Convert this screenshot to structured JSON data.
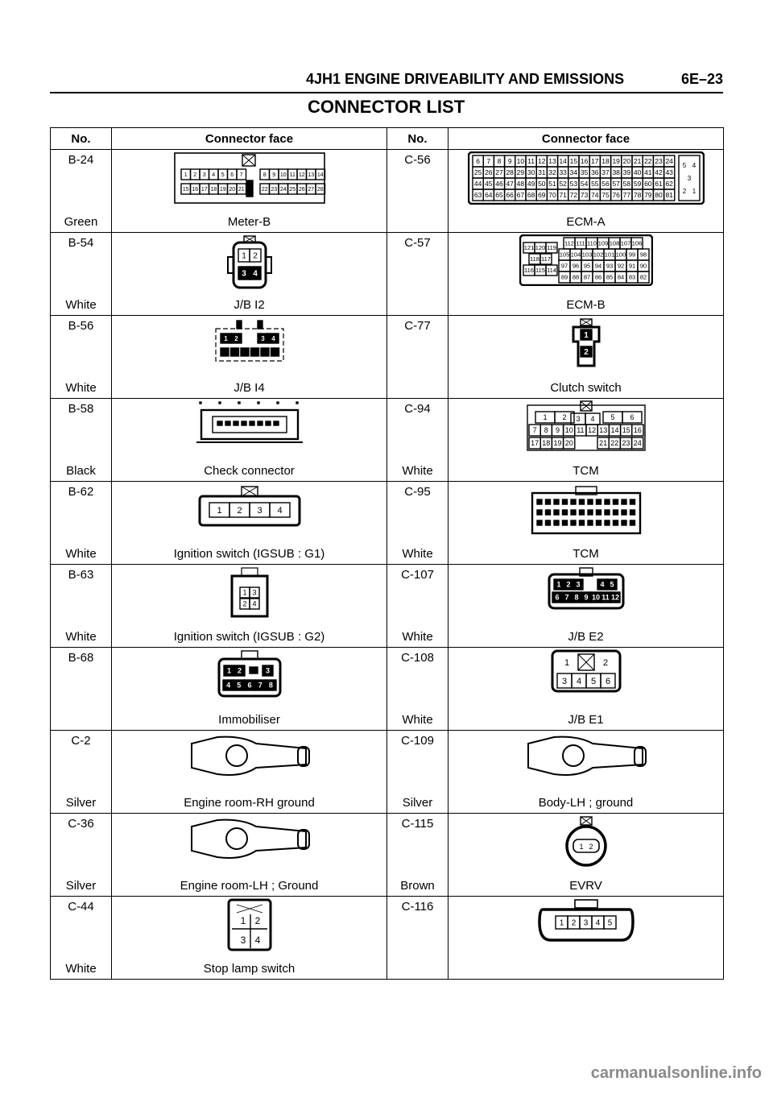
{
  "header": {
    "title": "4JH1 ENGINE DRIVEABILITY AND EMISSIONS",
    "page": "6E–23"
  },
  "page_title": "CONNECTOR LIST",
  "table": {
    "headers": [
      "No.",
      "Connector face",
      "No.",
      "Connector face"
    ],
    "rows": [
      {
        "left_no": "B-24",
        "left_color": "Green",
        "left_name": "Meter-B",
        "left_icon": "connector-meter-b",
        "right_no": "C-56",
        "right_color": "",
        "right_name": "ECM-A",
        "right_icon": "connector-ecm-a"
      },
      {
        "left_no": "B-54",
        "left_color": "White",
        "left_name": "J/B I2",
        "left_icon": "connector-4pin",
        "right_no": "C-57",
        "right_color": "",
        "right_name": "ECM-B",
        "right_icon": "connector-ecm-b"
      },
      {
        "left_no": "B-56",
        "left_color": "White",
        "left_name": "J/B I4",
        "left_icon": "connector-jb-i4",
        "right_no": "C-77",
        "right_color": "",
        "right_name": "Clutch switch",
        "right_icon": "connector-2pin"
      },
      {
        "left_no": "B-58",
        "left_color": "Black",
        "left_name": "Check connector",
        "left_icon": "connector-check",
        "right_no": "C-94",
        "right_color": "White",
        "right_name": "TCM",
        "right_icon": "connector-tcm-24"
      },
      {
        "left_no": "B-62",
        "left_color": "White",
        "left_name": "Ignition switch (IGSUB : G1)",
        "left_icon": "connector-4pin-row",
        "right_no": "C-95",
        "right_color": "White",
        "right_name": "TCM",
        "right_icon": "connector-tcm-2"
      },
      {
        "left_no": "B-63",
        "left_color": "White",
        "left_name": "Ignition switch (IGSUB : G2)",
        "left_icon": "connector-4pin-small",
        "right_no": "C-107",
        "right_color": "White",
        "right_name": "J/B E2",
        "right_icon": "connector-12pin"
      },
      {
        "left_no": "B-68",
        "left_color": "",
        "left_name": "Immobiliser",
        "left_icon": "connector-8pin",
        "right_no": "C-108",
        "right_color": "White",
        "right_name": "J/B E1",
        "right_icon": "connector-6pin"
      },
      {
        "left_no": "C-2",
        "left_color": "Silver",
        "left_name": "Engine room-RH ground",
        "left_icon": "ground-terminal",
        "right_no": "C-109",
        "right_color": "Silver",
        "right_name": "Body-LH ; ground",
        "right_icon": "ground-terminal"
      },
      {
        "left_no": "C-36",
        "left_color": "Silver",
        "left_name": "Engine room-LH ; Ground",
        "left_icon": "ground-terminal",
        "right_no": "C-115",
        "right_color": "Brown",
        "right_name": "EVRV",
        "right_icon": "connector-evrv"
      },
      {
        "left_no": "C-44",
        "left_color": "White",
        "left_name": "Stop lamp switch",
        "left_icon": "connector-4pin-square",
        "right_no": "C-116",
        "right_color": "",
        "right_name": "",
        "right_icon": "connector-5pin"
      }
    ]
  },
  "pin_labels": {
    "meter_b_top": [
      "1",
      "2",
      "3",
      "4",
      "5",
      "6",
      "7",
      "8",
      "9",
      "10",
      "11",
      "12",
      "13",
      "14"
    ],
    "meter_b_bottom": [
      "15",
      "16",
      "17",
      "18",
      "19",
      "20",
      "21",
      "22",
      "23",
      "24",
      "25",
      "26",
      "27",
      "28"
    ],
    "ecm_a_rows": [
      [
        "6",
        "7",
        "8",
        "9",
        "10",
        "11",
        "12",
        "13",
        "14",
        "15",
        "16",
        "17",
        "18",
        "19",
        "20",
        "21",
        "22",
        "23",
        "24"
      ],
      [
        "25",
        "26",
        "27",
        "28",
        "29",
        "30",
        "31",
        "32",
        "33",
        "34",
        "35",
        "36",
        "37",
        "38",
        "39",
        "40",
        "41",
        "42",
        "43"
      ],
      [
        "44",
        "45",
        "46",
        "47",
        "48",
        "49",
        "50",
        "51",
        "52",
        "53",
        "54",
        "55",
        "56",
        "57",
        "58",
        "59",
        "60",
        "61",
        "62"
      ],
      [
        "63",
        "64",
        "65",
        "66",
        "67",
        "68",
        "69",
        "70",
        "71",
        "72",
        "73",
        "74",
        "75",
        "76",
        "77",
        "78",
        "79",
        "80",
        "81"
      ]
    ],
    "ecm_a_side": [
      "5",
      "4",
      "3",
      "2",
      "1"
    ],
    "ecm_b_left": [
      [
        "121",
        "120",
        "119"
      ],
      [
        "118",
        "117"
      ],
      [
        "116",
        "115",
        "114"
      ]
    ],
    "ecm_b_right": [
      [
        "112",
        "111",
        "110",
        "109",
        "108",
        "107",
        "106"
      ],
      [
        "105",
        "104",
        "103",
        "102",
        "101",
        "100",
        "99",
        "98"
      ],
      [
        "97",
        "96",
        "95",
        "94",
        "93",
        "92",
        "91",
        "90"
      ],
      [
        "89",
        "88",
        "87",
        "86",
        "85",
        "84",
        "83",
        "82"
      ]
    ],
    "tcm_top": [
      "1",
      "2",
      "3",
      "4",
      "5",
      "6"
    ],
    "tcm_mid": [
      "7",
      "8",
      "9",
      "10",
      "11",
      "12",
      "13",
      "14",
      "15",
      "16"
    ],
    "tcm_bot": [
      "17",
      "18",
      "19",
      "20",
      "21",
      "22",
      "23",
      "24"
    ],
    "jb_e2_top": [
      "1",
      "2",
      "3",
      "4",
      "5"
    ],
    "jb_e2_bot": [
      "6",
      "7",
      "8",
      "9",
      "10",
      "11",
      "12"
    ],
    "imm_top": [
      "1",
      "2",
      "3"
    ],
    "imm_bot": [
      "4",
      "5",
      "6",
      "7",
      "8"
    ],
    "four": [
      "1",
      "2",
      "3",
      "4"
    ],
    "six": [
      "1",
      "2",
      "3",
      "4",
      "5",
      "6"
    ],
    "two": [
      "1",
      "2"
    ],
    "five": [
      "1",
      "2",
      "3",
      "4",
      "5"
    ]
  },
  "watermark": "carmanualsonline.info"
}
